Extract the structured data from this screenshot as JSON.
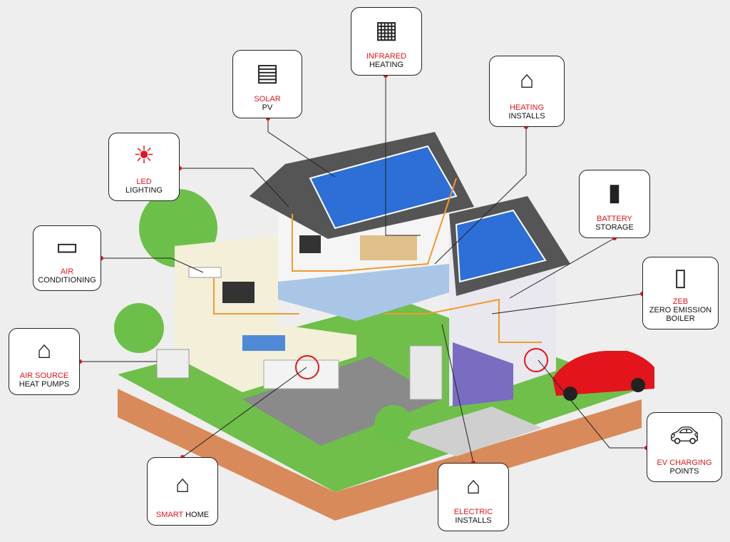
{
  "accent_color": "#e3141b",
  "callouts": {
    "infrared": {
      "title": "INFRARED",
      "subtitle": "HEATING",
      "icon": "infrared-heater-icon"
    },
    "solar": {
      "title": "SOLAR",
      "subtitle": "PV",
      "icon": "solar-panel-icon"
    },
    "heating": {
      "title": "HEATING",
      "subtitle": "INSTALLS",
      "icon": "house-radiator-icon"
    },
    "led": {
      "title": "LED",
      "subtitle": "LIGHTING",
      "icon": "light-bulb-icon"
    },
    "battery": {
      "title": "BATTERY",
      "subtitle": "STORAGE",
      "icon": "battery-icon"
    },
    "aircon": {
      "title": "AIR",
      "subtitle": "CONDITIONING",
      "icon": "air-conditioner-icon"
    },
    "zeb": {
      "title": "ZEB",
      "subtitle": "ZERO EMISSION",
      "subtitle2": "BOILER",
      "icon": "boiler-icon"
    },
    "ashp": {
      "title": "AIR SOURCE",
      "subtitle": "HEAT PUMPS",
      "icon": "house-fan-icon"
    },
    "ev": {
      "title": "EV CHARGING",
      "subtitle": "POINTS",
      "icon": "car-plug-icon"
    },
    "smart": {
      "title": "SMART",
      "subtitle": "HOME",
      "icon": "house-phone-icon"
    },
    "electric": {
      "title": "ELECTRIC",
      "subtitle": "INSTALLS",
      "icon": "house-plug-icon"
    }
  }
}
